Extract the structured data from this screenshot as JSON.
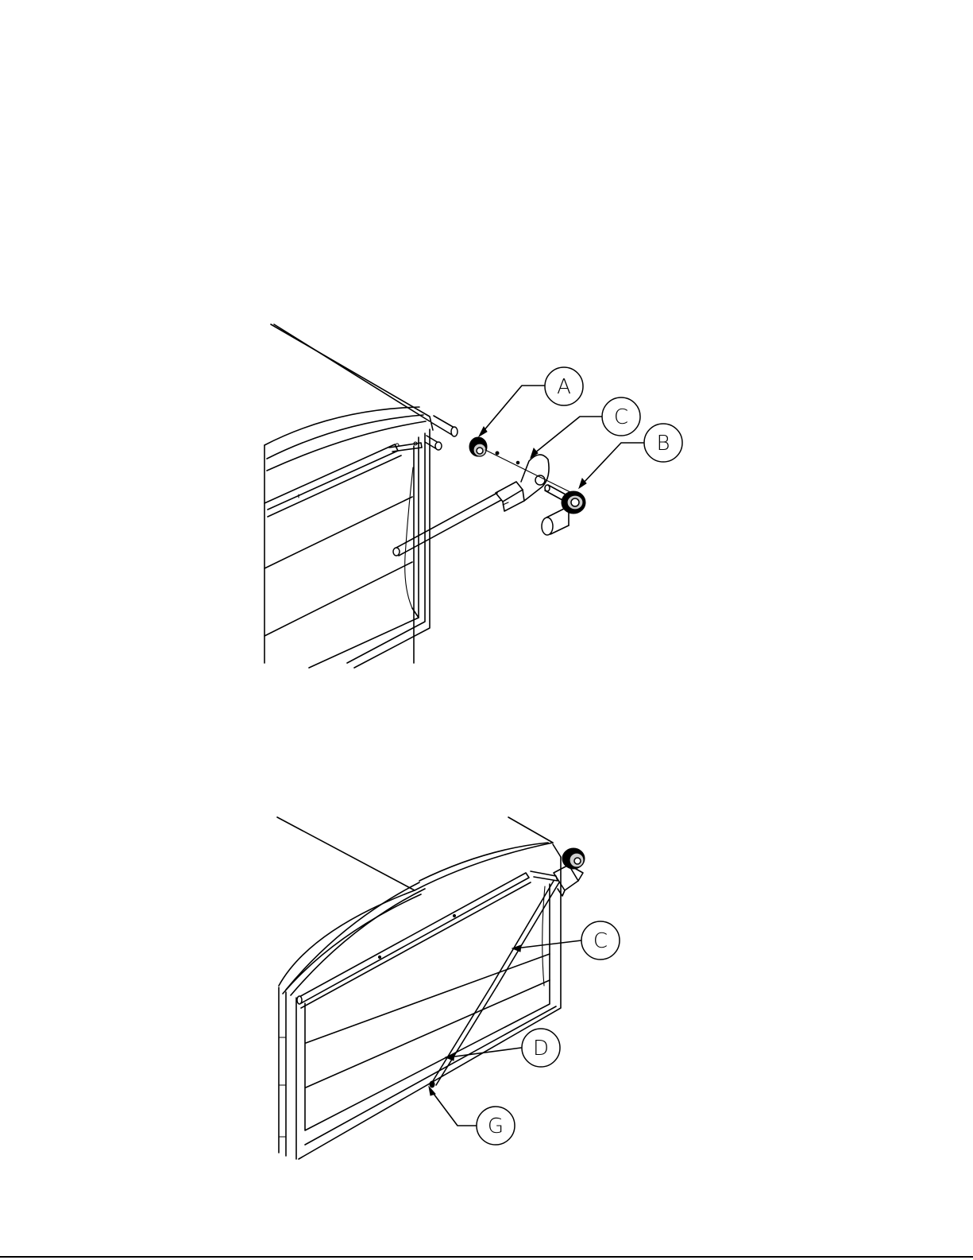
{
  "figure_top": {
    "callouts": [
      {
        "letter": "A"
      },
      {
        "letter": "C"
      },
      {
        "letter": "B"
      }
    ]
  },
  "figure_bottom": {
    "callouts": [
      {
        "letter": "C"
      },
      {
        "letter": "D"
      },
      {
        "letter": "G"
      }
    ]
  }
}
